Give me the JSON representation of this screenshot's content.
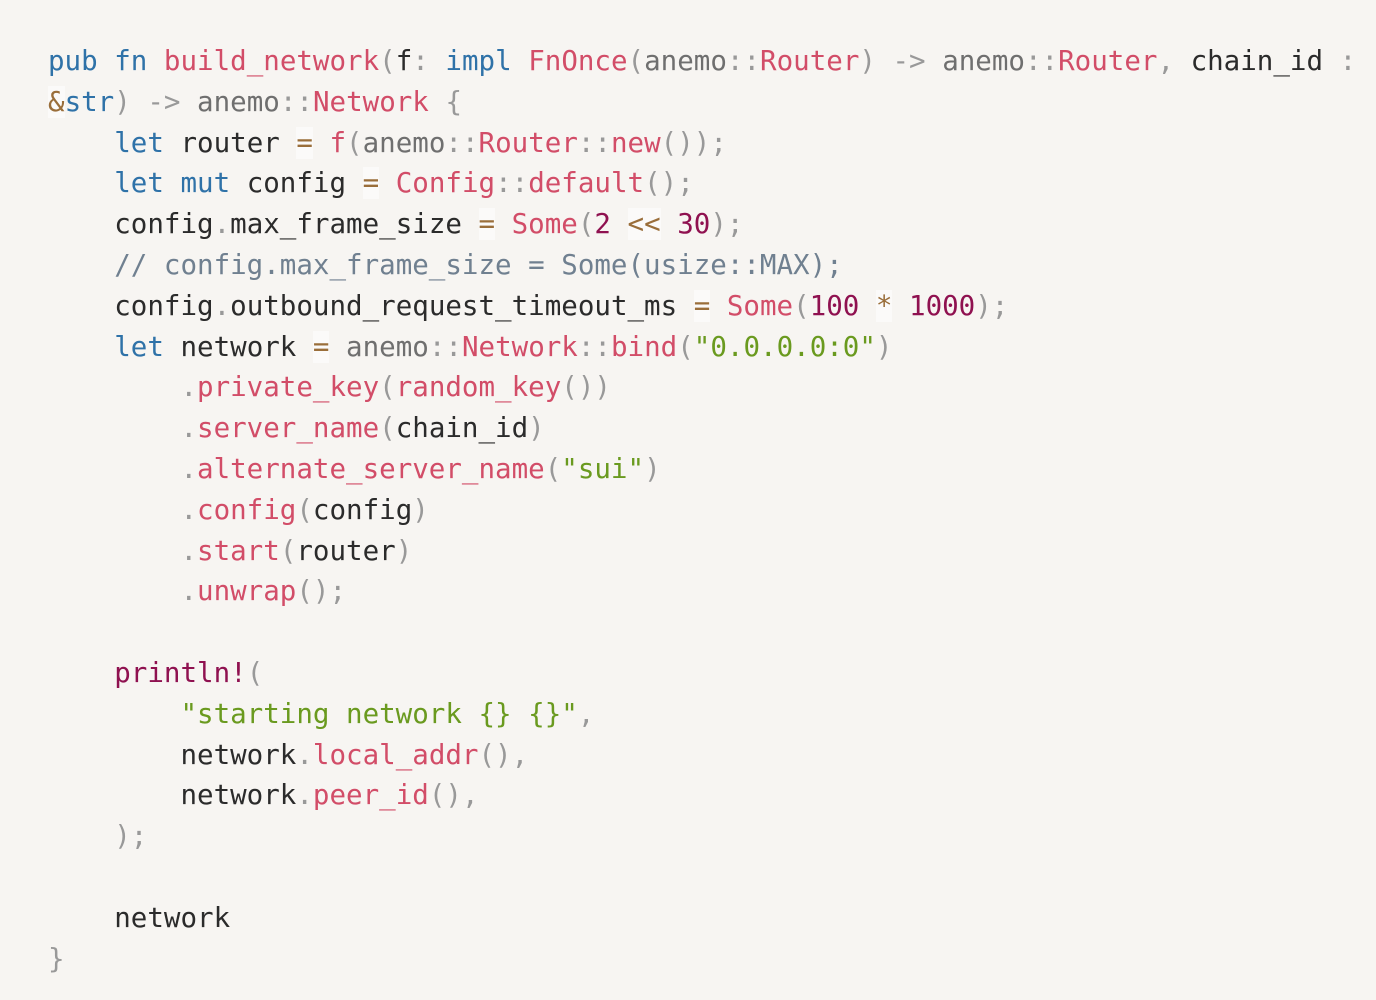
{
  "code": {
    "language": "rust",
    "lines": [
      [
        [
          "k",
          "pub"
        ],
        [
          "t",
          " "
        ],
        [
          "k",
          "fn"
        ],
        [
          "t",
          " "
        ],
        [
          "f",
          "build_network"
        ],
        [
          "p",
          "("
        ],
        [
          "t",
          "f"
        ],
        [
          "p",
          ":"
        ],
        [
          "t",
          " "
        ],
        [
          "k",
          "impl"
        ],
        [
          "t",
          " "
        ],
        [
          "f",
          "FnOnce"
        ],
        [
          "p",
          "("
        ],
        [
          "ns",
          "anemo"
        ],
        [
          "p",
          "::"
        ],
        [
          "f",
          "Router"
        ],
        [
          "p",
          ")"
        ],
        [
          "t",
          " "
        ],
        [
          "p",
          "->"
        ],
        [
          "t",
          " "
        ],
        [
          "ns",
          "anemo"
        ],
        [
          "p",
          "::"
        ],
        [
          "f",
          "Router"
        ],
        [
          "p",
          ","
        ],
        [
          "t",
          " chain_id "
        ],
        [
          "p",
          ":"
        ]
      ],
      [
        [
          "o",
          "&"
        ],
        [
          "k",
          "str"
        ],
        [
          "p",
          ")"
        ],
        [
          "t",
          " "
        ],
        [
          "p",
          "->"
        ],
        [
          "t",
          " "
        ],
        [
          "ns",
          "anemo"
        ],
        [
          "p",
          "::"
        ],
        [
          "f",
          "Network"
        ],
        [
          "t",
          " "
        ],
        [
          "p",
          "{"
        ]
      ],
      [
        [
          "t",
          "    "
        ],
        [
          "k",
          "let"
        ],
        [
          "t",
          " router "
        ],
        [
          "o",
          "="
        ],
        [
          "t",
          " "
        ],
        [
          "f",
          "f"
        ],
        [
          "p",
          "("
        ],
        [
          "ns",
          "anemo"
        ],
        [
          "p",
          "::"
        ],
        [
          "f",
          "Router"
        ],
        [
          "p",
          "::"
        ],
        [
          "f",
          "new"
        ],
        [
          "p",
          "());"
        ]
      ],
      [
        [
          "t",
          "    "
        ],
        [
          "k",
          "let"
        ],
        [
          "t",
          " "
        ],
        [
          "k",
          "mut"
        ],
        [
          "t",
          " config "
        ],
        [
          "o",
          "="
        ],
        [
          "t",
          " "
        ],
        [
          "f",
          "Config"
        ],
        [
          "p",
          "::"
        ],
        [
          "f",
          "default"
        ],
        [
          "p",
          "();"
        ]
      ],
      [
        [
          "t",
          "    config"
        ],
        [
          "p",
          "."
        ],
        [
          "t",
          "max_frame_size "
        ],
        [
          "o",
          "="
        ],
        [
          "t",
          " "
        ],
        [
          "f",
          "Some"
        ],
        [
          "p",
          "("
        ],
        [
          "n",
          "2"
        ],
        [
          "t",
          " "
        ],
        [
          "o",
          "<<"
        ],
        [
          "t",
          " "
        ],
        [
          "n",
          "30"
        ],
        [
          "p",
          ");"
        ]
      ],
      [
        [
          "t",
          "    "
        ],
        [
          "c",
          "// config.max_frame_size = Some(usize::MAX);"
        ]
      ],
      [
        [
          "t",
          "    config"
        ],
        [
          "p",
          "."
        ],
        [
          "t",
          "outbound_request_timeout_ms "
        ],
        [
          "o",
          "="
        ],
        [
          "t",
          " "
        ],
        [
          "f",
          "Some"
        ],
        [
          "p",
          "("
        ],
        [
          "n",
          "100"
        ],
        [
          "t",
          " "
        ],
        [
          "o",
          "*"
        ],
        [
          "t",
          " "
        ],
        [
          "n",
          "1000"
        ],
        [
          "p",
          ");"
        ]
      ],
      [
        [
          "t",
          "    "
        ],
        [
          "k",
          "let"
        ],
        [
          "t",
          " network "
        ],
        [
          "o",
          "="
        ],
        [
          "t",
          " "
        ],
        [
          "ns",
          "anemo"
        ],
        [
          "p",
          "::"
        ],
        [
          "f",
          "Network"
        ],
        [
          "p",
          "::"
        ],
        [
          "f",
          "bind"
        ],
        [
          "p",
          "("
        ],
        [
          "s",
          "\"0.0.0.0:0\""
        ],
        [
          "p",
          ")"
        ]
      ],
      [
        [
          "t",
          "        "
        ],
        [
          "p",
          "."
        ],
        [
          "f",
          "private_key"
        ],
        [
          "p",
          "("
        ],
        [
          "f",
          "random_key"
        ],
        [
          "p",
          "())"
        ]
      ],
      [
        [
          "t",
          "        "
        ],
        [
          "p",
          "."
        ],
        [
          "f",
          "server_name"
        ],
        [
          "p",
          "("
        ],
        [
          "t",
          "chain_id"
        ],
        [
          "p",
          ")"
        ]
      ],
      [
        [
          "t",
          "        "
        ],
        [
          "p",
          "."
        ],
        [
          "f",
          "alternate_server_name"
        ],
        [
          "p",
          "("
        ],
        [
          "s",
          "\"sui\""
        ],
        [
          "p",
          ")"
        ]
      ],
      [
        [
          "t",
          "        "
        ],
        [
          "p",
          "."
        ],
        [
          "f",
          "config"
        ],
        [
          "p",
          "("
        ],
        [
          "t",
          "config"
        ],
        [
          "p",
          ")"
        ]
      ],
      [
        [
          "t",
          "        "
        ],
        [
          "p",
          "."
        ],
        [
          "f",
          "start"
        ],
        [
          "p",
          "("
        ],
        [
          "t",
          "router"
        ],
        [
          "p",
          ")"
        ]
      ],
      [
        [
          "t",
          "        "
        ],
        [
          "p",
          "."
        ],
        [
          "f",
          "unwrap"
        ],
        [
          "p",
          "();"
        ]
      ],
      [],
      [
        [
          "t",
          "    "
        ],
        [
          "m",
          "println!"
        ],
        [
          "p",
          "("
        ]
      ],
      [
        [
          "t",
          "        "
        ],
        [
          "s",
          "\"starting network {} {}\""
        ],
        [
          "p",
          ","
        ]
      ],
      [
        [
          "t",
          "        network"
        ],
        [
          "p",
          "."
        ],
        [
          "f",
          "local_addr"
        ],
        [
          "p",
          "(),"
        ]
      ],
      [
        [
          "t",
          "        network"
        ],
        [
          "p",
          "."
        ],
        [
          "f",
          "peer_id"
        ],
        [
          "p",
          "(),"
        ]
      ],
      [
        [
          "t",
          "    "
        ],
        [
          "p",
          ");"
        ]
      ],
      [],
      [
        [
          "t",
          "    network"
        ]
      ],
      [
        [
          "p",
          "}"
        ]
      ]
    ]
  },
  "colors": {
    "background": "#f7f5f2",
    "keyword": "#2f72a8",
    "function": "#d24d68",
    "punctuation": "#999999",
    "number": "#8f1150",
    "string": "#6a9a1f",
    "comment": "#708090",
    "operator": "#9a6e3a"
  }
}
